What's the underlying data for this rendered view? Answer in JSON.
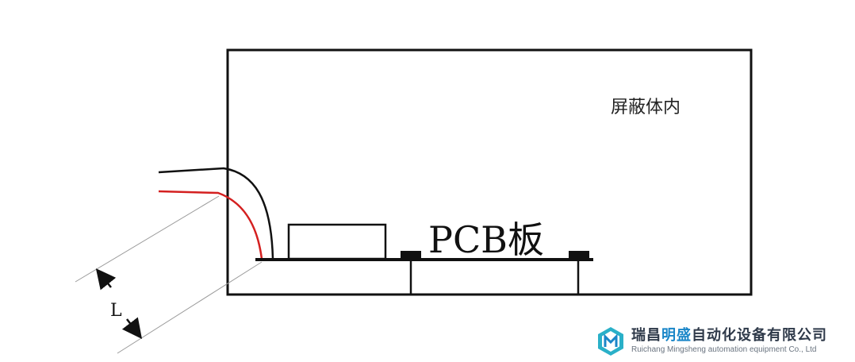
{
  "labels": {
    "shield_inside": "屏蔽体内",
    "pcb": "PCB板",
    "length": "L"
  },
  "watermark": {
    "company_cn_part1": "瑞昌",
    "company_cn_highlight": "明盛",
    "company_cn_part2": "自动化设备有限公司",
    "company_en": "Ruichang Mingsheng automation equipment Co., Ltd"
  },
  "colors": {
    "line": "#111111",
    "red_wire": "#d42020",
    "dim_line": "#9a9a9a",
    "logo_teal": "#2ab0c8"
  }
}
